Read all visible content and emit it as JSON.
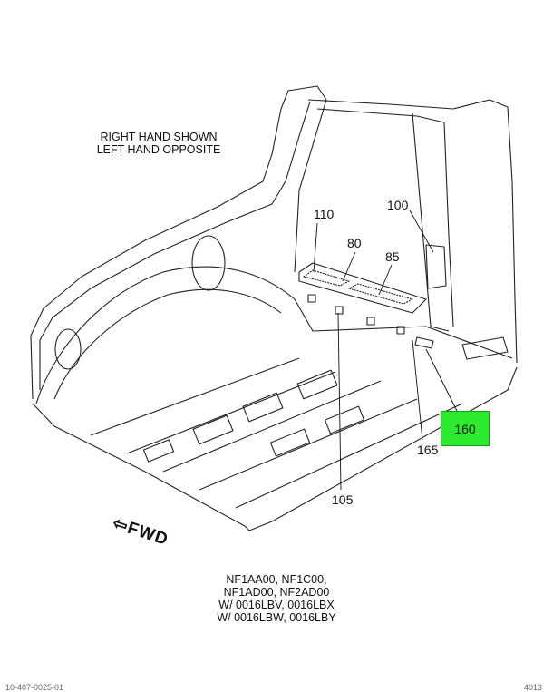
{
  "notes": {
    "top": [
      "RIGHT HAND SHOWN",
      "LEFT HAND OPPOSITE"
    ],
    "bottom": [
      "NF1AA00, NF1C00,",
      "NF1AD00, NF2AD00",
      "W/ 0016LBV, 0016LBX",
      "W/ 0016LBW, 0016LBY"
    ]
  },
  "callouts": {
    "c110": "110",
    "c80": "80",
    "c85": "85",
    "c100": "100",
    "c105": "105",
    "c165": "165",
    "c160": "160"
  },
  "highlight_color": "#2eea2e",
  "fwd_label": "FWD",
  "footer": {
    "left": "10-407-0025-01",
    "right": "4013"
  }
}
